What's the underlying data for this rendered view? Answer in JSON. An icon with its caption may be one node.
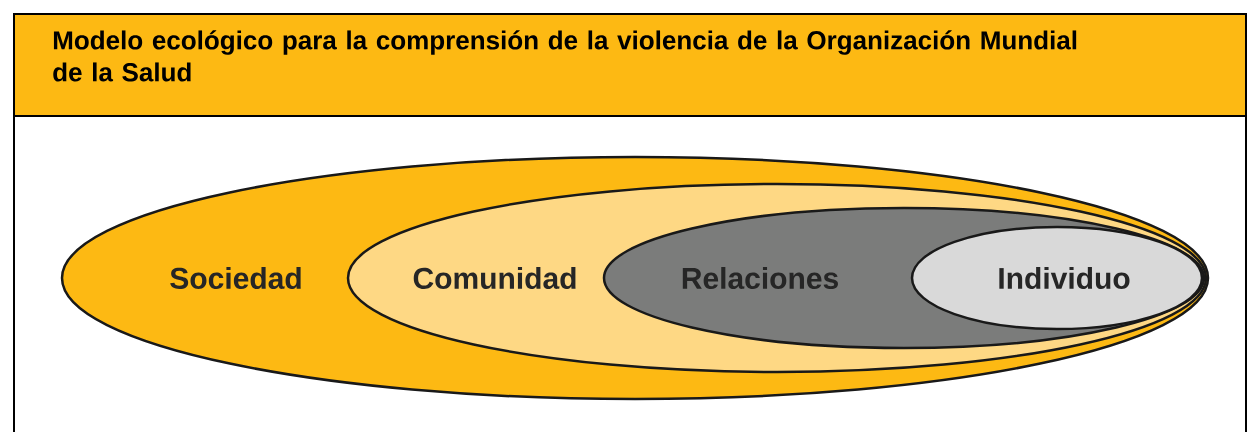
{
  "diagram": {
    "title": "Modelo ecológico para la comprensión de la violencia de la Organización Mundial de la Salud",
    "nodes": [
      {
        "text": [
          "Sociedad"
        ]
      },
      {
        "text": [
          "Comunidad"
        ],
        "in": 0
      },
      {
        "text": [
          "Relaciones"
        ],
        "in": 1
      },
      {
        "text": [
          "Individuo"
        ],
        "in": 2
      }
    ]
  }
}
